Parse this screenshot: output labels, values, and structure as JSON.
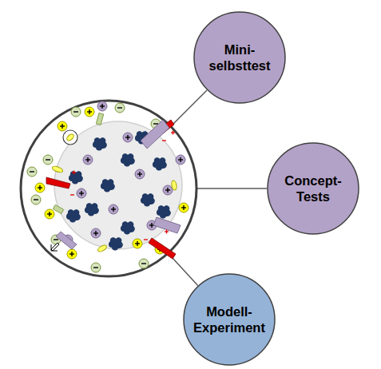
{
  "diagram": {
    "nodes": [
      {
        "text": [
          "Mini- selbsttest"
        ]
      },
      {
        "text": [
          "Concept- Tests"
        ]
      },
      {
        "text": [
          "Modell- Experiment"
        ]
      }
    ]
  }
}
